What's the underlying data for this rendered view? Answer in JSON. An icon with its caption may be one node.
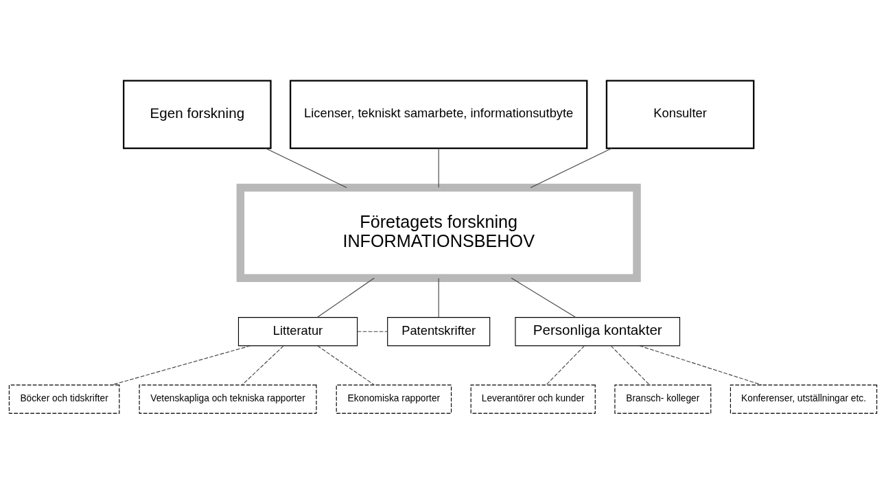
{
  "diagram": {
    "nodes": [
      {
        "text": [
          "Egen forskning"
        ]
      },
      {
        "text": [
          "Licenser, tekniskt samarbete, informationsutbyte"
        ]
      },
      {
        "text": [
          "Konsulter"
        ]
      },
      {
        "text": [
          "Företagets forskning",
          "INFORMATIONSBEHOV"
        ]
      },
      {
        "text": [
          "Litteratur"
        ]
      },
      {
        "text": [
          "Patentskrifter"
        ]
      },
      {
        "text": [
          "Personliga kontakter"
        ]
      },
      {
        "text": [
          "Böcker och tidskrifter"
        ]
      },
      {
        "text": [
          "Vetenskapliga och tekniska rapporter"
        ]
      },
      {
        "text": [
          "Ekonomiska rapporter"
        ]
      },
      {
        "text": [
          "Leverantörer och kunder"
        ]
      },
      {
        "text": [
          "Bransch- kolleger"
        ]
      },
      {
        "text": [
          "Konferenser, utställningar etc."
        ]
      }
    ],
    "edges": [
      {
        "from": 0,
        "to": 3,
        "arrow": "none"
      },
      {
        "from": 1,
        "to": 3,
        "arrow": "none"
      },
      {
        "from": 2,
        "to": 3,
        "arrow": "none"
      },
      {
        "from": 3,
        "to": 4,
        "arrow": "none"
      },
      {
        "from": 3,
        "to": 5,
        "arrow": "none"
      },
      {
        "from": 3,
        "to": 6,
        "arrow": "none"
      },
      {
        "from": 4,
        "to": 5,
        "arrow": "none",
        "style": "dashed"
      },
      {
        "from": 4,
        "to": 7,
        "arrow": "none",
        "style": "dashed"
      },
      {
        "from": 4,
        "to": 8,
        "arrow": "none",
        "style": "dashed"
      },
      {
        "from": 4,
        "to": 9,
        "arrow": "none",
        "style": "dashed"
      },
      {
        "from": 6,
        "to": 10,
        "arrow": "none",
        "style": "dashed"
      },
      {
        "from": 6,
        "to": 11,
        "arrow": "none",
        "style": "dashed"
      },
      {
        "from": 6,
        "to": 12,
        "arrow": "none",
        "style": "dashed"
      }
    ]
  }
}
